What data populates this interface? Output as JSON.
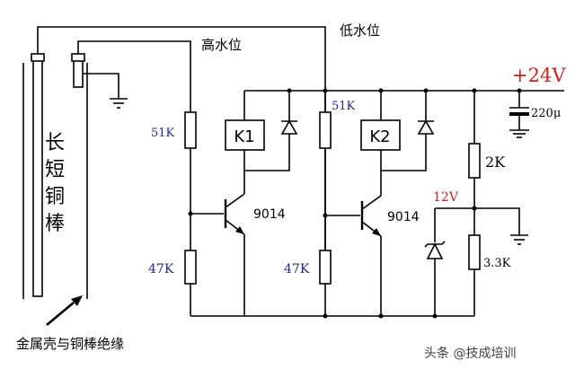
{
  "labels": {
    "high_level": "高水位",
    "low_level": "低水位",
    "rods_line1": "长",
    "rods_line2": "短",
    "rods_line3": "铜",
    "rods_line4": "棒",
    "r1": "51K",
    "r2": "47K",
    "r3": "51K",
    "r4": "47K",
    "r5": "2K",
    "r6": "3.3K",
    "relay1": "K1",
    "relay2": "K2",
    "transistor1": "9014",
    "transistor2": "9014",
    "supply": "+24V",
    "capacitor": "220μ",
    "zener": "12V",
    "insulation_note": "金属壳与铜棒绝缘"
  },
  "watermark": "头条 @技成培训",
  "colors": {
    "wire": "#000000",
    "resistor_label": "#1c2a8c",
    "supply_label": "#d42020",
    "zener_label": "#d42020"
  }
}
